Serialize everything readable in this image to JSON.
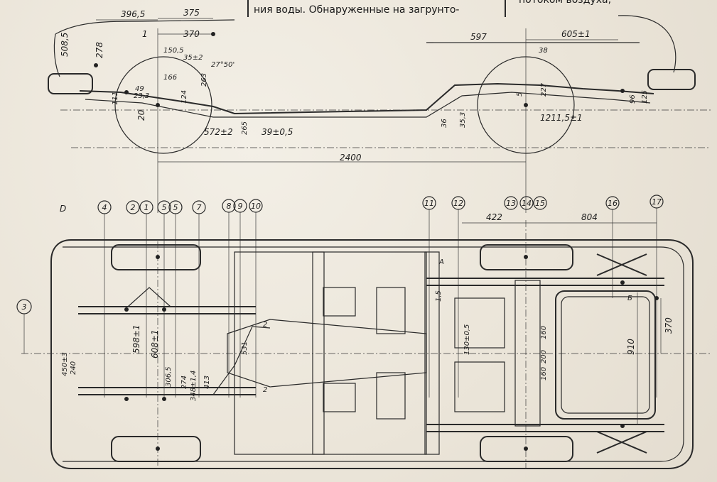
{
  "header_text": {
    "left": "ния воды. Обнаруженные на загрунто-",
    "right": "потоком воздуха,"
  },
  "side_view_dims": {
    "d396_5": "396,5",
    "d375": "375",
    "d370": "370",
    "d150_5": "150,5",
    "d35_2": "35±2",
    "d27_50": "27°50'",
    "d508_5": "508,5",
    "d278": "278",
    "d166": "166",
    "d49": "49",
    "d23_3": "23,3",
    "d111": "111",
    "d20": "20",
    "d124": "124",
    "d263": "263",
    "d572": "572±2",
    "d265": "265",
    "d39": "39±0,5",
    "d597": "597",
    "d605": "605±1",
    "d38": "38",
    "d5": "5",
    "d227": "227",
    "d1211": "1211,5±1",
    "d36": "36",
    "d35_3": "35,3",
    "d96": "96",
    "d125": "125",
    "d2400": "2400",
    "d1": "1",
    "dD": "D"
  },
  "markers": {
    "m2": "2",
    "m1": "1",
    "m3": "3",
    "m4": "4",
    "m5a": "5",
    "m5b": "5",
    "m7": "7",
    "m8": "8",
    "m9": "9",
    "m10": "10",
    "m11": "11",
    "m12": "12",
    "m13": "13",
    "m14": "14",
    "m15": "15",
    "m16": "16",
    "m17": "17"
  },
  "plan_view_dims": {
    "d422": "422",
    "d804": "804",
    "d598": "598±1",
    "d608": "608±1",
    "d306_5": "306,5",
    "d274": "274",
    "d348": "348±1,4",
    "d413": "413",
    "d531": "531",
    "d2a": "2",
    "d2b": "2",
    "d450": "450±3",
    "d240": "240",
    "d130": "130±0,5",
    "d200": "200",
    "d160a": "160",
    "d160b": "160",
    "d910": "910",
    "d370b": "370",
    "dA": "A",
    "dB": "Б",
    "d1_5": "1,5"
  }
}
